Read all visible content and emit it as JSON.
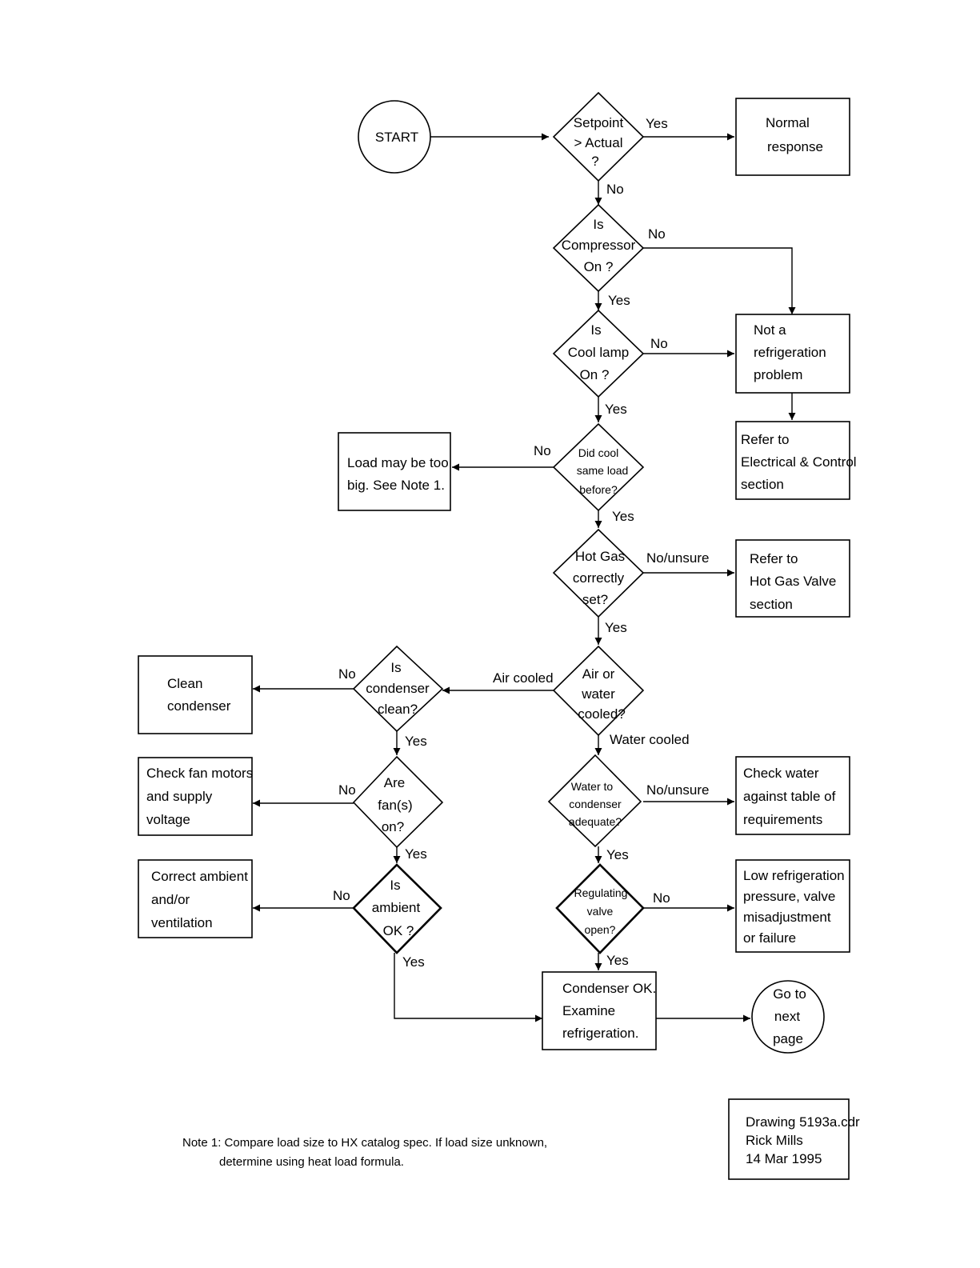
{
  "nodes": {
    "start": [
      "START"
    ],
    "setpoint": [
      "Setpoint",
      "> Actual",
      "?"
    ],
    "normal": [
      "Normal",
      "response"
    ],
    "compressor": [
      "Is",
      "Compressor",
      "On ?"
    ],
    "coollamp": [
      "Is",
      "Cool lamp",
      "On ?"
    ],
    "notref": [
      "Not a",
      "refrigeration",
      "problem"
    ],
    "electrical": [
      "Refer to",
      "Electrical & Control",
      "section"
    ],
    "didcool": [
      "Did cool",
      "same load",
      "before?"
    ],
    "loadbig": [
      "Load may be too",
      "big. See Note 1."
    ],
    "hotgas": [
      "Hot Gas",
      "correctly",
      "set?"
    ],
    "hotgasvalve": [
      "Refer to",
      "Hot Gas Valve",
      "section"
    ],
    "airwater": [
      "Air or",
      "water",
      "cooled?"
    ],
    "condclean": [
      "Is",
      "condenser",
      "clean?"
    ],
    "cleancond": [
      "Clean",
      "condenser"
    ],
    "fans": [
      "Are",
      "fan(s)",
      "on?"
    ],
    "checkfan": [
      "Check fan motors",
      "and supply",
      "voltage"
    ],
    "ambient": [
      "Is",
      "ambient",
      "OK ?"
    ],
    "correctamb": [
      "Correct ambient",
      "and/or",
      "ventilation"
    ],
    "wateradeq": [
      "Water to",
      "condenser",
      "adequate?"
    ],
    "checkwater": [
      "Check water",
      "against table of",
      "requirements"
    ],
    "regvalve": [
      "Regulating",
      "valve",
      "open?"
    ],
    "lowref": [
      "Low refrigeration",
      "pressure, valve",
      "misadjustment",
      "or failure"
    ],
    "condok": [
      "Condenser OK.",
      "Examine",
      "refrigeration."
    ],
    "goto": [
      "Go to",
      "next",
      "page"
    ]
  },
  "edge_labels": {
    "setpoint_yes": "Yes",
    "setpoint_no": "No",
    "compressor_no": "No",
    "compressor_yes": "Yes",
    "coollamp_no": "No",
    "coollamp_yes": "Yes",
    "didcool_no": "No",
    "didcool_yes": "Yes",
    "hotgas_no": "No/unsure",
    "hotgas_yes": "Yes",
    "air_cooled": "Air cooled",
    "water_cooled": "Water cooled",
    "condclean_no": "No",
    "condclean_yes": "Yes",
    "fans_no": "No",
    "fans_yes": "Yes",
    "ambient_no": "No",
    "ambient_yes": "Yes",
    "wateradeq_no": "No/unsure",
    "wateradeq_yes": "Yes",
    "regvalve_no": "No",
    "regvalve_yes": "Yes"
  },
  "note": {
    "line1": "Note 1: Compare load size to HX catalog spec. If load size unknown,",
    "line2": "determine using heat load formula."
  },
  "titleblock": {
    "drawing": "Drawing 5193a.cdr",
    "author": "Rick Mills",
    "date": "14 Mar 1995"
  }
}
